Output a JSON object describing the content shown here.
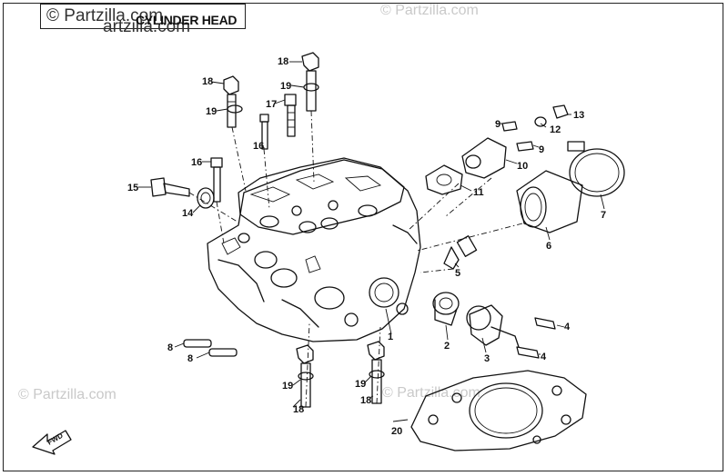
{
  "header": {
    "title": "CYLINDER HEAD",
    "watermark_top": "© Partzilla.com",
    "watermark_overlay": "artzilla.com"
  },
  "watermarks": [
    "© Partzilla.com",
    "© Partzilla.com",
    "© Partzilla.com",
    "© Partzilla.com"
  ],
  "callouts": {
    "c1": "1",
    "c2": "2",
    "c3": "3",
    "c4a": "4",
    "c4b": "4",
    "c5": "5",
    "c6": "6",
    "c7": "7",
    "c8a": "8",
    "c8b": "8",
    "c9a": "9",
    "c9b": "9",
    "c10": "10",
    "c11": "11",
    "c12": "12",
    "c13": "13",
    "c14": "14",
    "c15": "15",
    "c16a": "16",
    "c16b": "16",
    "c17": "17",
    "c18a": "18",
    "c18b": "18",
    "c18c": "18",
    "c18d": "18",
    "c19a": "19",
    "c19b": "19",
    "c19c": "19",
    "c19d": "19",
    "c20": "20"
  },
  "fwd_badge": "FWD"
}
